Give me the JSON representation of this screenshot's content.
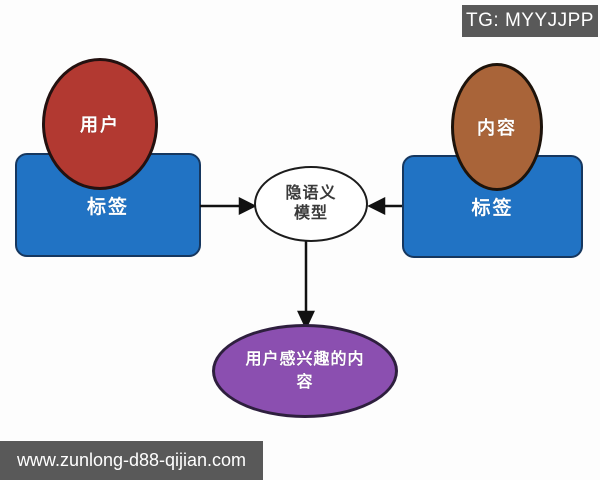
{
  "watermarks": {
    "tg_badge": {
      "text": "TG: MYYJJPP",
      "bg": "#595959",
      "fg": "#ffffff"
    },
    "site_bar": {
      "text": "www.zunlong-d88-qijian.com",
      "bg": "#595959",
      "fg": "#ffffff"
    }
  },
  "diagram": {
    "left_group": {
      "ellipse": {
        "label": "用户",
        "fill": "#b23931",
        "stroke": "#241110"
      },
      "box": {
        "label": "标签",
        "fill": "#2173c4",
        "stroke": "#16375f"
      }
    },
    "right_group": {
      "ellipse": {
        "label": "内容",
        "fill": "#a96439",
        "stroke": "#1d130b"
      },
      "box": {
        "label": "标签",
        "fill": "#2173c4",
        "stroke": "#16375f"
      }
    },
    "center_node": {
      "label": "隐语义\n模型",
      "fill": "#ffffff",
      "stroke": "#1c1c1c",
      "text_color": "#3a3a3a"
    },
    "output_node": {
      "label": "用户感兴趣的内\n容",
      "fill": "#8b4fb0",
      "stroke": "#2e1f3e"
    },
    "arrows": [
      {
        "from": "left-tag-box",
        "to": "latent-model-node",
        "direction": "right"
      },
      {
        "from": "right-tag-box",
        "to": "latent-model-node",
        "direction": "left"
      },
      {
        "from": "latent-model-node",
        "to": "interested-content-node",
        "direction": "down"
      }
    ],
    "arrow_color": "#111111"
  }
}
